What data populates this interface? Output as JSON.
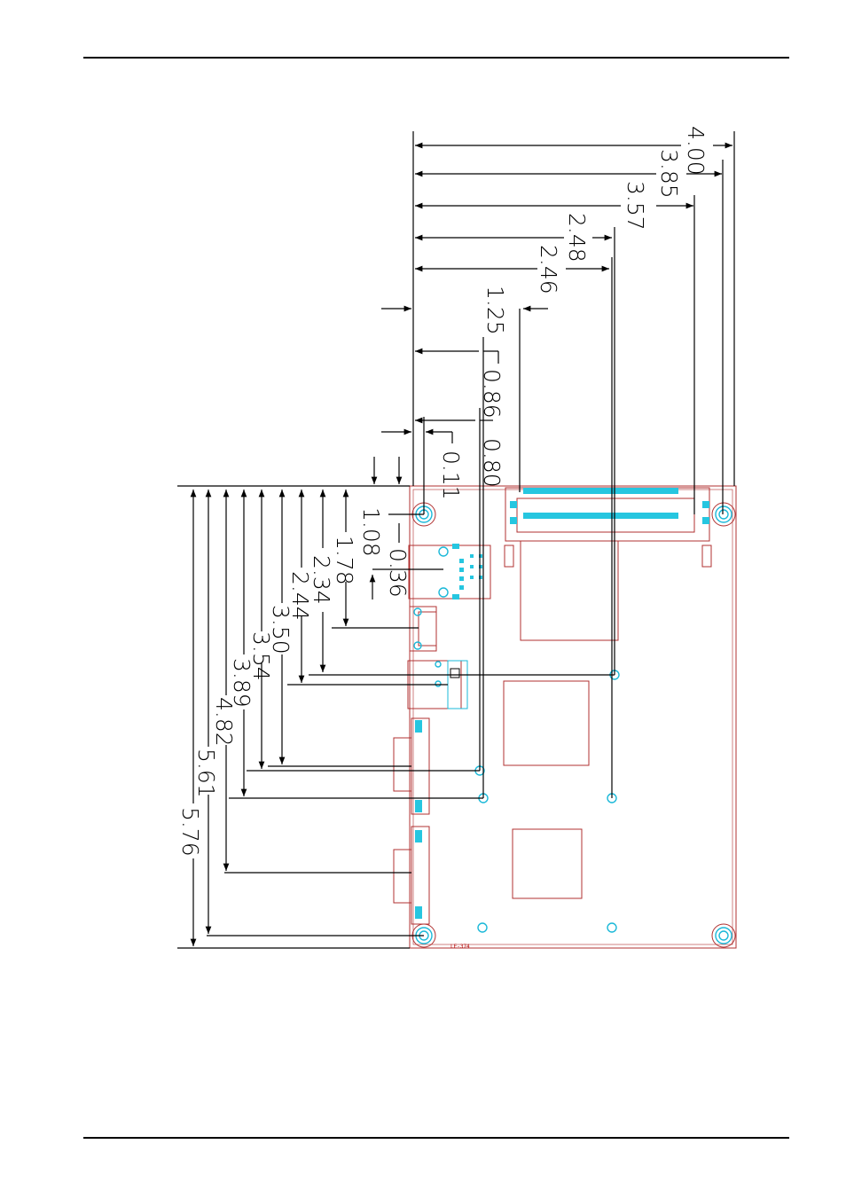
{
  "page": {
    "top_rule": true,
    "bottom_rule": true
  },
  "drawing": {
    "board_label": "LE-374",
    "horizontal_dimensions": [
      "4.00",
      "3.85",
      "3.57",
      "2.48",
      "2.46",
      "1.25",
      "0.86",
      "0.80",
      "0.11"
    ],
    "vertical_dimensions": [
      "1.08",
      "0.36",
      "1.78",
      "2.34",
      "2.44",
      "3.50",
      "3.54",
      "3.89",
      "4.82",
      "5.61",
      "5.76"
    ]
  },
  "colors": {
    "board_outline": "#b03030",
    "holes_and_pins": "#26c6e0",
    "dimension_lines": "#000000"
  }
}
